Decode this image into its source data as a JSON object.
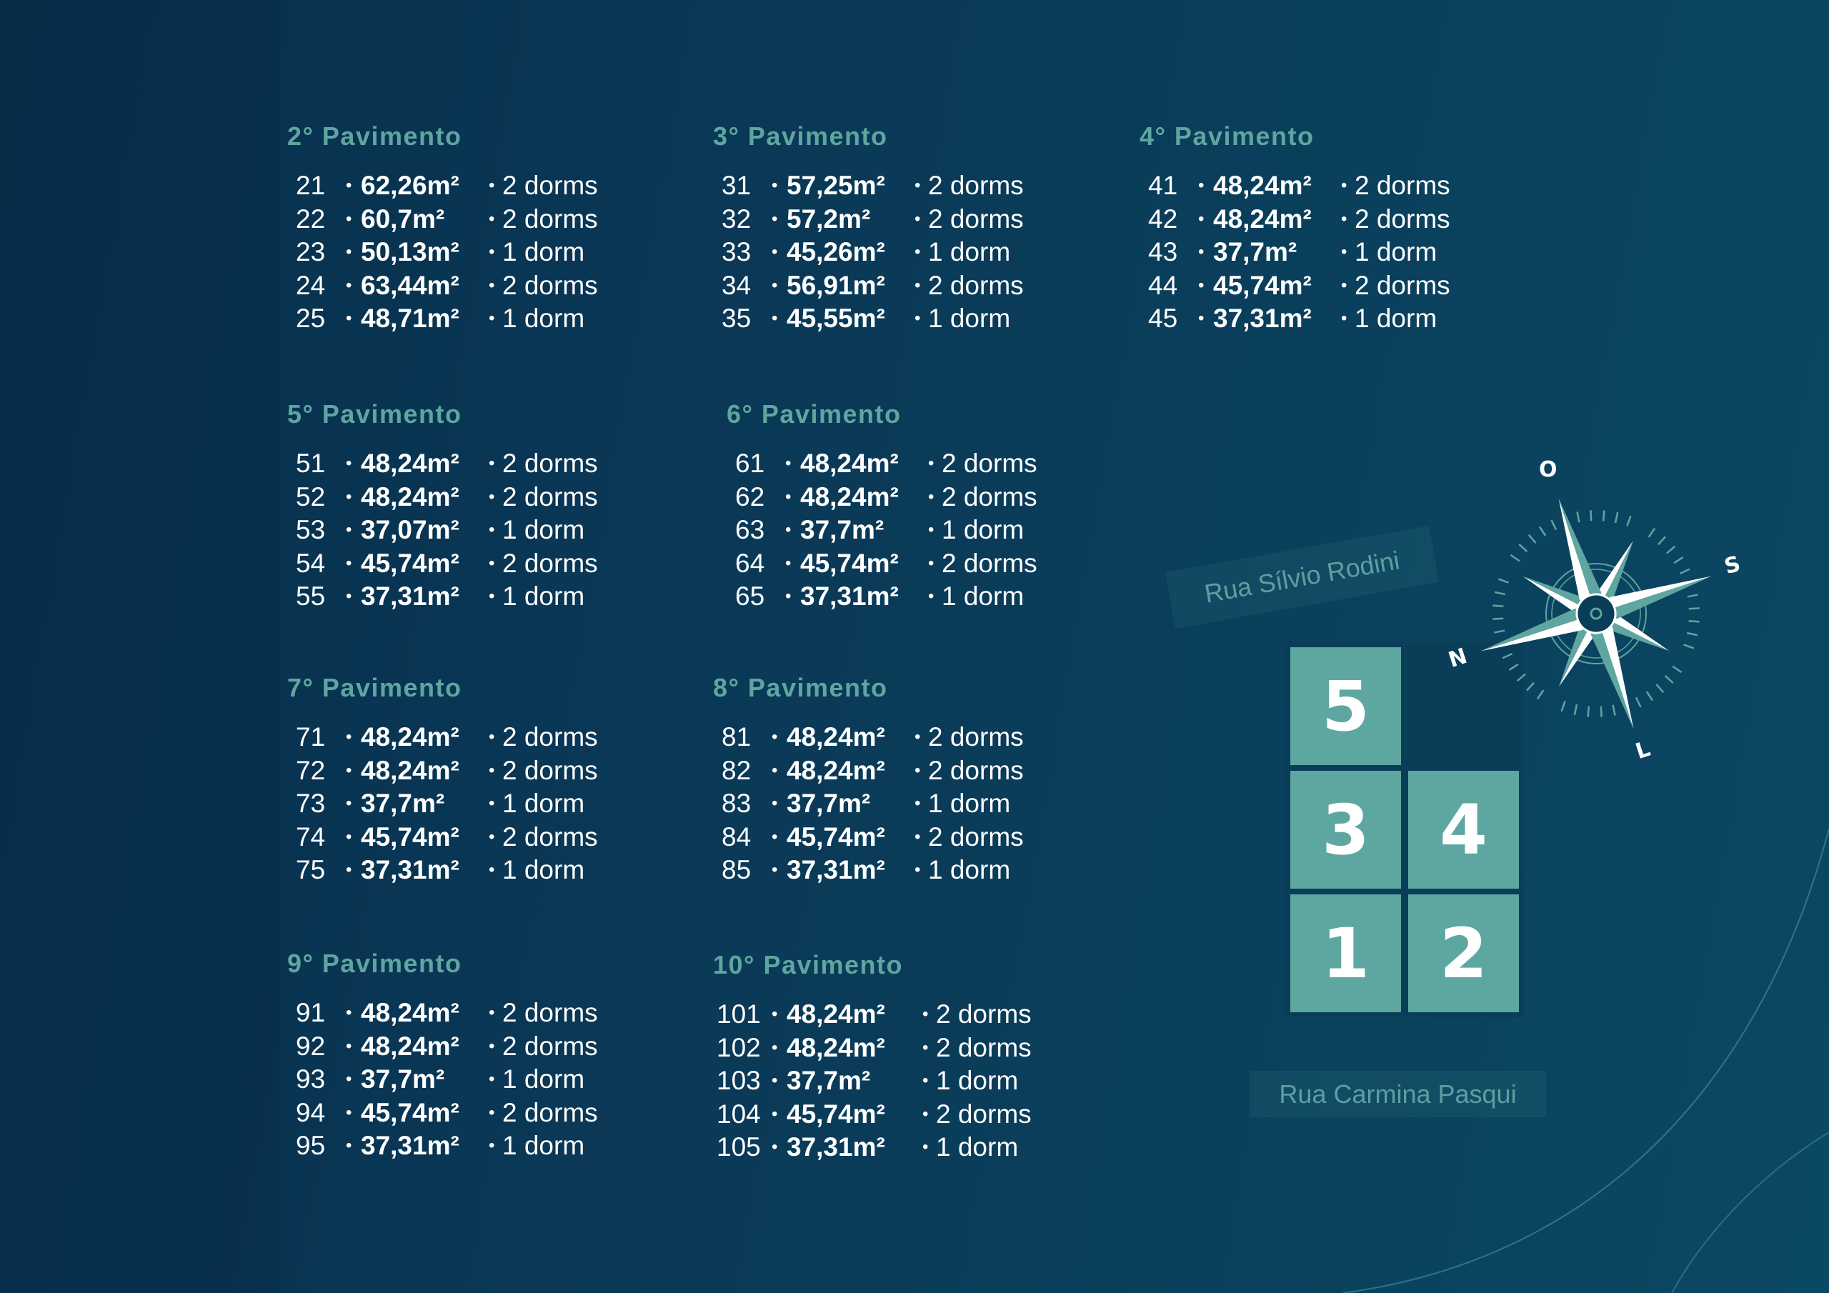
{
  "floors": [
    {
      "heading": "2° Pavimento",
      "units": [
        {
          "num": "21",
          "area": "62,26m²",
          "dorms": "2 dorms"
        },
        {
          "num": "22",
          "area": "60,7m²",
          "dorms": "2 dorms"
        },
        {
          "num": "23",
          "area": "50,13m²",
          "dorms": "1 dorm"
        },
        {
          "num": "24",
          "area": "63,44m²",
          "dorms": "2 dorms"
        },
        {
          "num": "25",
          "area": "48,71m²",
          "dorms": "1 dorm"
        }
      ]
    },
    {
      "heading": "3° Pavimento",
      "units": [
        {
          "num": "31",
          "area": "57,25m²",
          "dorms": "2 dorms"
        },
        {
          "num": "32",
          "area": "57,2m²",
          "dorms": "2 dorms"
        },
        {
          "num": "33",
          "area": "45,26m²",
          "dorms": "1 dorm"
        },
        {
          "num": "34",
          "area": "56,91m²",
          "dorms": "2 dorms"
        },
        {
          "num": "35",
          "area": "45,55m²",
          "dorms": "1 dorm"
        }
      ]
    },
    {
      "heading": "4° Pavimento",
      "units": [
        {
          "num": "41",
          "area": "48,24m²",
          "dorms": "2 dorms"
        },
        {
          "num": "42",
          "area": "48,24m²",
          "dorms": "2 dorms"
        },
        {
          "num": "43",
          "area": "37,7m²",
          "dorms": "1 dorm"
        },
        {
          "num": "44",
          "area": "45,74m²",
          "dorms": "2 dorms"
        },
        {
          "num": "45",
          "area": "37,31m²",
          "dorms": "1 dorm"
        }
      ]
    },
    {
      "heading": "5° Pavimento",
      "units": [
        {
          "num": "51",
          "area": "48,24m²",
          "dorms": "2 dorms"
        },
        {
          "num": "52",
          "area": "48,24m²",
          "dorms": "2 dorms"
        },
        {
          "num": "53",
          "area": "37,07m²",
          "dorms": "1 dorm"
        },
        {
          "num": "54",
          "area": "45,74m²",
          "dorms": "2 dorms"
        },
        {
          "num": "55",
          "area": "37,31m²",
          "dorms": "1 dorm"
        }
      ]
    },
    {
      "heading": "6° Pavimento",
      "units": [
        {
          "num": "61",
          "area": "48,24m²",
          "dorms": "2 dorms"
        },
        {
          "num": "62",
          "area": "48,24m²",
          "dorms": "2 dorms"
        },
        {
          "num": "63",
          "area": "37,7m²",
          "dorms": "1 dorm"
        },
        {
          "num": "64",
          "area": "45,74m²",
          "dorms": "2 dorms"
        },
        {
          "num": "65",
          "area": "37,31m²",
          "dorms": "1 dorm"
        }
      ]
    },
    {
      "heading": "7° Pavimento",
      "units": [
        {
          "num": "71",
          "area": "48,24m²",
          "dorms": "2 dorms"
        },
        {
          "num": "72",
          "area": "48,24m²",
          "dorms": "2 dorms"
        },
        {
          "num": "73",
          "area": "37,7m²",
          "dorms": "1 dorm"
        },
        {
          "num": "74",
          "area": "45,74m²",
          "dorms": "2 dorms"
        },
        {
          "num": "75",
          "area": "37,31m²",
          "dorms": "1 dorm"
        }
      ]
    },
    {
      "heading": "8° Pavimento",
      "units": [
        {
          "num": "81",
          "area": "48,24m²",
          "dorms": "2 dorms"
        },
        {
          "num": "82",
          "area": "48,24m²",
          "dorms": "2 dorms"
        },
        {
          "num": "83",
          "area": "37,7m²",
          "dorms": "1 dorm"
        },
        {
          "num": "84",
          "area": "45,74m²",
          "dorms": "2 dorms"
        },
        {
          "num": "85",
          "area": "37,31m²",
          "dorms": "1 dorm"
        }
      ]
    },
    {
      "heading": "9° Pavimento",
      "units": [
        {
          "num": "91",
          "area": "48,24m²",
          "dorms": "2 dorms"
        },
        {
          "num": "92",
          "area": "48,24m²",
          "dorms": "2 dorms"
        },
        {
          "num": "93",
          "area": "37,7m²",
          "dorms": "1 dorm"
        },
        {
          "num": "94",
          "area": "45,74m²",
          "dorms": "2 dorms"
        },
        {
          "num": "95",
          "area": "37,31m²",
          "dorms": "1 dorm"
        }
      ]
    },
    {
      "heading": "10° Pavimento",
      "units": [
        {
          "num": "101",
          "area": "48,24m²",
          "dorms": "2 dorms"
        },
        {
          "num": "102",
          "area": "48,24m²",
          "dorms": "2 dorms"
        },
        {
          "num": "103",
          "area": "37,7m²",
          "dorms": "1 dorm"
        },
        {
          "num": "104",
          "area": "45,74m²",
          "dorms": "2 dorms"
        },
        {
          "num": "105",
          "area": "37,31m²",
          "dorms": "1 dorm"
        }
      ]
    }
  ],
  "separator": "•",
  "map": {
    "street_top": "Rua Sílvio Rodini",
    "street_bottom": "Rua Carmina Pasqui",
    "towers": [
      "5",
      "3",
      "4",
      "1",
      "2"
    ],
    "compass": {
      "north": "N",
      "south": "S",
      "east": "L",
      "west": "O"
    }
  },
  "colors": {
    "accent": "#5fa5a0",
    "background": "#0a3a58",
    "text": "#ffffff"
  }
}
